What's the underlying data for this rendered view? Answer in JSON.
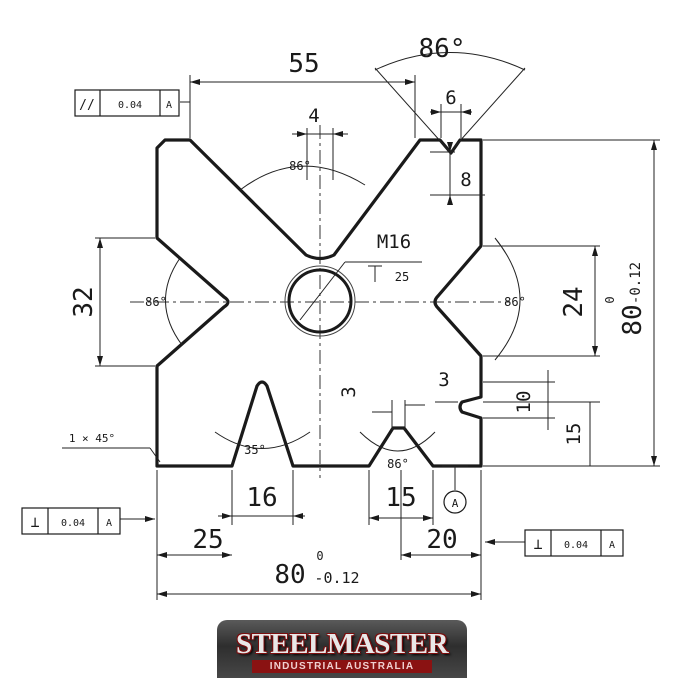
{
  "drawing": {
    "dims": {
      "top_width": "55",
      "notch_top_width": "4",
      "top_right_angle": "86°",
      "slot_width_6": "6",
      "slot_depth_8": "8",
      "thread": "M16",
      "thread_depth": "25",
      "left_height": "32",
      "right_height": "24",
      "overall_height": "80",
      "overall_height_tol_upper": "0",
      "overall_height_tol_lower": "-0.12",
      "small_gap_3_left": "3",
      "small_gap_3_right": "3",
      "offset_10": "10",
      "offset_15_right": "15",
      "chamfer": "1 × 45°",
      "bottom_16": "16",
      "bottom_15": "15",
      "bottom_25": "25",
      "bottom_20": "20",
      "overall_width": "80",
      "overall_width_tol_upper": "0",
      "overall_width_tol_lower": "-0.12"
    },
    "angles": {
      "top_v": "86°",
      "left_v": "86°",
      "right_v": "86°",
      "bottom_left_v": "35°",
      "bottom_right_v": "86°"
    },
    "gdt": {
      "parallel": {
        "symbol": "//",
        "value": "0.04",
        "datum": "A"
      },
      "perp_left": {
        "symbol": "⊥",
        "value": "0.04",
        "datum": "A"
      },
      "perp_right": {
        "symbol": "⊥",
        "value": "0.04",
        "datum": "A"
      },
      "datum_label": "A"
    }
  },
  "logo": {
    "name": "STEELMASTER",
    "tagline": "INDUSTRIAL AUSTRALIA"
  }
}
